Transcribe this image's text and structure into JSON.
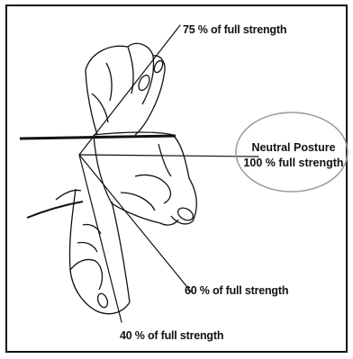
{
  "labels": {
    "top": "75 % of full strength",
    "neutral_title": "Neutral Posture",
    "neutral_value": "100 % full strength",
    "middle": "60 % of full strength",
    "bottom": "40 % of full strength"
  },
  "colors": {
    "ink": "#111111",
    "ellipse": "#999999",
    "background": "#ffffff"
  },
  "icons": [
    "hand-flexed-up-drawing",
    "hand-neutral-drawing",
    "hand-flexed-down-drawing"
  ]
}
